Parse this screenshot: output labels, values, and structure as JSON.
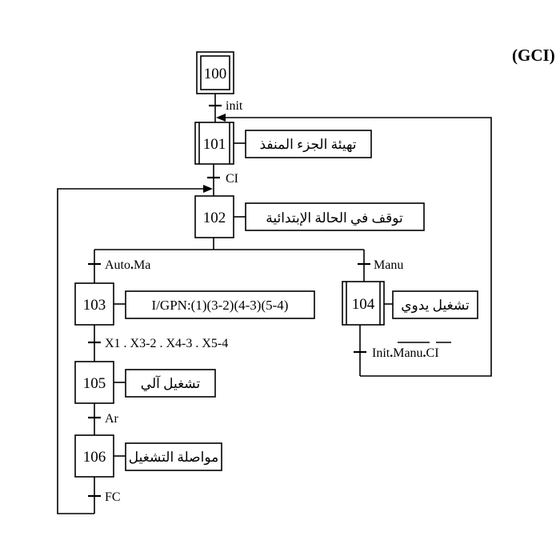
{
  "title": "متمن القيادة والتهيئة (GCI)",
  "steps": {
    "s100": "100",
    "s101": "101",
    "s102": "102",
    "s103": "103",
    "s104": "104",
    "s105": "105",
    "s106": "106"
  },
  "actions": {
    "a101": "تهيئة الجزء المنفذ",
    "a102": "توقف في الحالة الإبتدائية",
    "a103": "I/GPN:(1)(3-2)(4-3)(5-4)",
    "a104": "تشغيل يدوي",
    "a105": "تشغيل آلي",
    "a106": "مواصلة التشغيل"
  },
  "transitions": {
    "t_init": "init",
    "t_ci": "CI",
    "t_auto_a": "Auto",
    "t_auto_dot": ".",
    "t_auto_b": "Ma",
    "t_manu": "Manu",
    "t_x": "X1 . X3-2 . X4-3 . X5-4",
    "t_back_a": "Init",
    "t_back_dot1": ".",
    "t_back_b": "Manu",
    "t_back_dot2": ".",
    "t_back_c": "CI",
    "t_ar": "Ar",
    "t_fc": "FC"
  }
}
